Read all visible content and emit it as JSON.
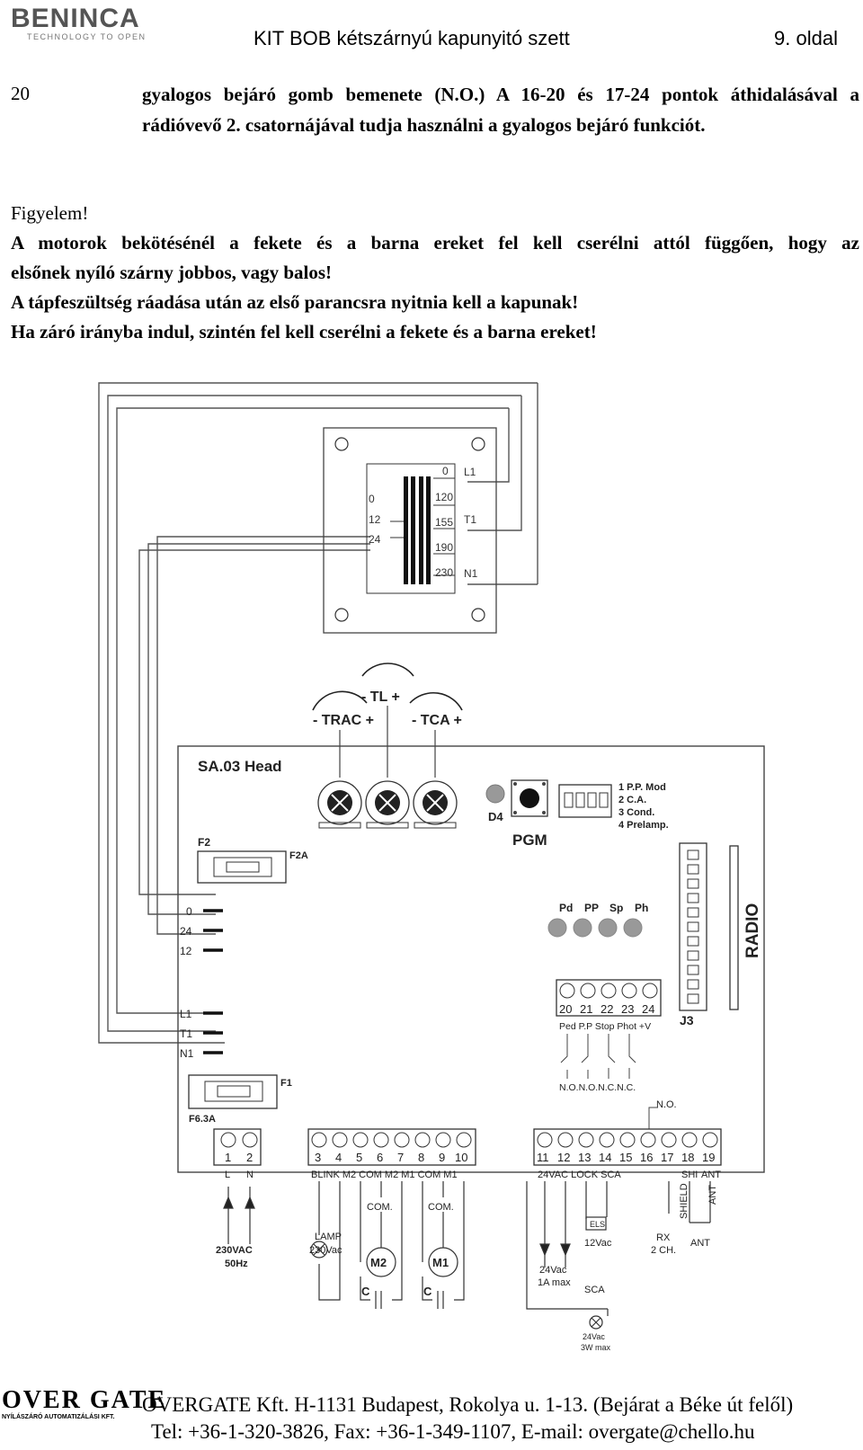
{
  "header": {
    "logo": "BENINCA",
    "logo_tagline": "TECHNOLOGY TO OPEN",
    "title": "KIT BOB kétszárnyú kapunyitó szett",
    "page": "9. oldal"
  },
  "item20": {
    "number": "20",
    "text": "gyalogos bejáró gomb bemenete (N.O.) A 16-20 és 17-24 pontok áthidalásával a rádióvevő 2. csatornájával tudja használni a gyalogos bejáró funkciót."
  },
  "warning": {
    "heading": "Figyelem!",
    "line1": "A motorok bekötésénél a fekete és a barna ereket fel kell cserélni attól függően, hogy az",
    "line2": "elsőnek nyíló szárny jobbos, vagy balos!",
    "line3": "A tápfeszültség ráadása után az első parancsra nyitnia kell a kapunak!",
    "line4": "Ha záró irányba indul, szintén fel kell cserélni a fekete és a barna ereket!"
  },
  "diagram": {
    "transformer": {
      "left_taps": [
        "0",
        "12",
        "24"
      ],
      "right_taps": [
        "0",
        "120",
        "155",
        "190",
        "230"
      ],
      "right_labels": [
        "L1",
        "T1",
        "N1"
      ]
    },
    "trimmers": {
      "trac": "- TRAC +",
      "tl": "- TL +",
      "tca": "- TCA +"
    },
    "board_title": "SA.03 Head",
    "d4": "D4",
    "pgm": "PGM",
    "dip": [
      "1 P.P. Mod",
      "2 C.A.",
      "3 Cond.",
      "4 Prelamp."
    ],
    "f2": "F2",
    "f2a": "F2A",
    "f1": "F1",
    "f63a": "F6.3A",
    "input_labels": [
      "0",
      "24",
      "12"
    ],
    "line_labels": [
      "L1",
      "T1",
      "N1"
    ],
    "leds": [
      "Pd",
      "PP",
      "Sp",
      "Ph"
    ],
    "radio": "RADIO",
    "j3": "J3",
    "terminals_top": [
      "20",
      "21",
      "22",
      "23",
      "24"
    ],
    "terminals_top_labels": "Ped P.P Stop Phot +V",
    "contacts_label": "N.O.N.O.N.C.N.C.",
    "no_label": "N.O.",
    "terminals_a": [
      "1",
      "2"
    ],
    "terminals_a_labels": [
      "L",
      "N"
    ],
    "terminals_b": [
      "3",
      "4",
      "5",
      "6",
      "7",
      "8",
      "9",
      "10"
    ],
    "terminals_b_labels": "BLINK M2 COM M2 M1 COM M1",
    "terminals_c": [
      "11",
      "12",
      "13",
      "14",
      "15",
      "16",
      "17",
      "18",
      "19"
    ],
    "terminals_c_labels": "24VAC LOCK SCA",
    "shi": "SHI",
    "ant": "ANT",
    "mains": [
      "230VAC",
      "50Hz"
    ],
    "lamp": [
      "LAMP",
      "230Vac"
    ],
    "com": "COM.",
    "m2": "M2",
    "m1": "M1",
    "cap": "C",
    "els": "ELS",
    "v12": "12Vac",
    "rx": [
      "RX",
      "2 CH."
    ],
    "shield": "SHIELD",
    "ant_label": "ANT",
    "v24": [
      "24Vac",
      "1A max"
    ],
    "sca": [
      "SCA",
      "24Vac",
      "3W max"
    ]
  },
  "footer": {
    "logo": "OVER GATE",
    "logo_sub": "NYÍLÁSZÁRÓ AUTOMATIZÁLÁSI KFT.",
    "line1": "OVERGATE Kft. H-1131 Budapest, Rokolya u. 1-13. (Bejárat a Béke út felől)",
    "line2": "Tel: +36-1-320-3826, Fax: +36-1-349-1107, E-mail: overgate@chello.hu"
  }
}
